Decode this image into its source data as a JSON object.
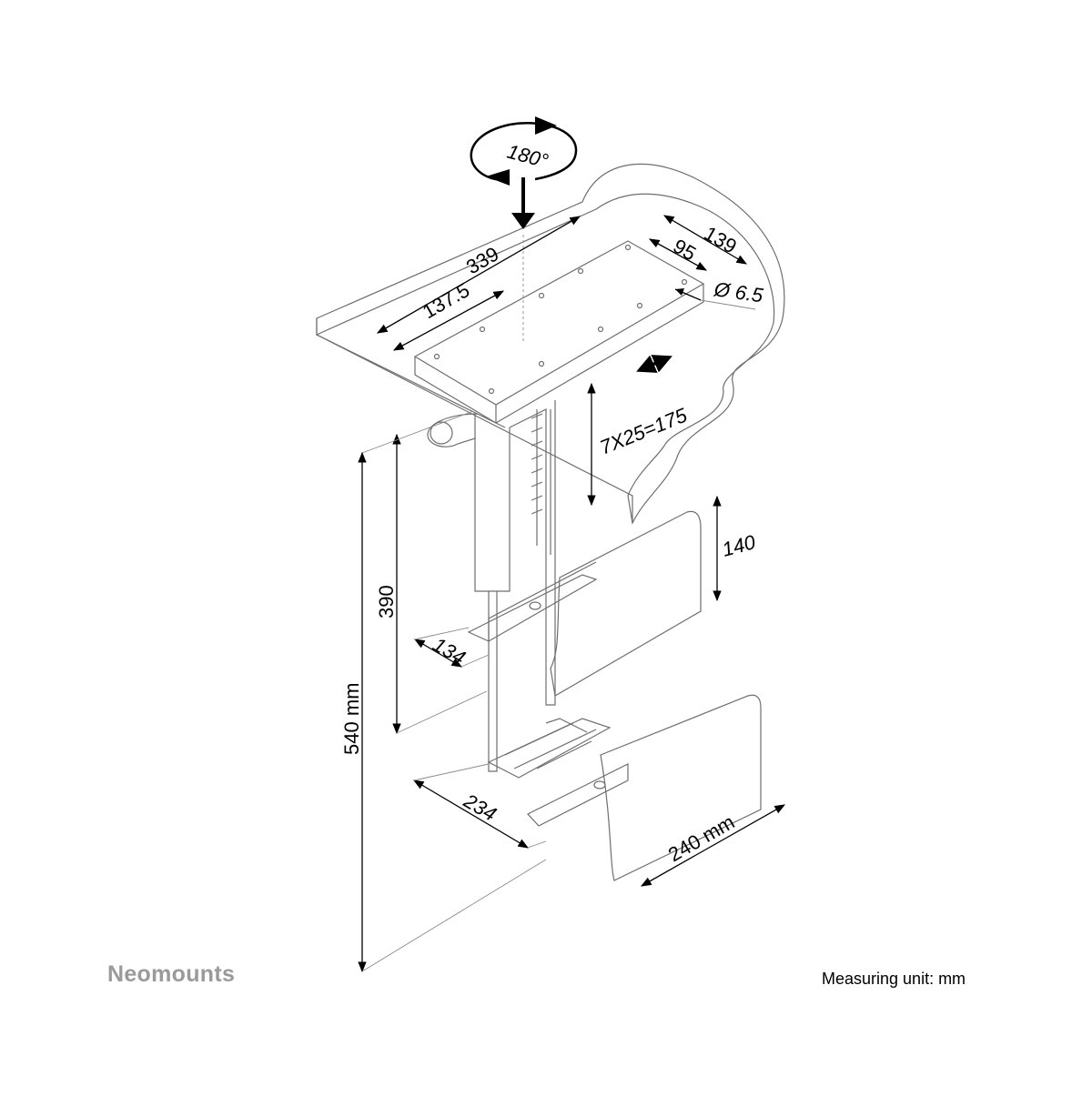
{
  "brand": {
    "logo_text": "Neomounts"
  },
  "footer": {
    "unit_note": "Measuring unit: mm"
  },
  "rotation": {
    "label": "180°"
  },
  "dimensions": {
    "plate_length": "339",
    "plate_offset": "137.5",
    "plate_width": "139",
    "hole_spacing": "95",
    "hole_diameter": "Ø 6.5",
    "height_adjust": "7X25=175",
    "holder_height": "140",
    "min_height": "390",
    "max_height": "540 mm",
    "min_width": "134",
    "max_width": "234",
    "depth": "240 mm"
  }
}
